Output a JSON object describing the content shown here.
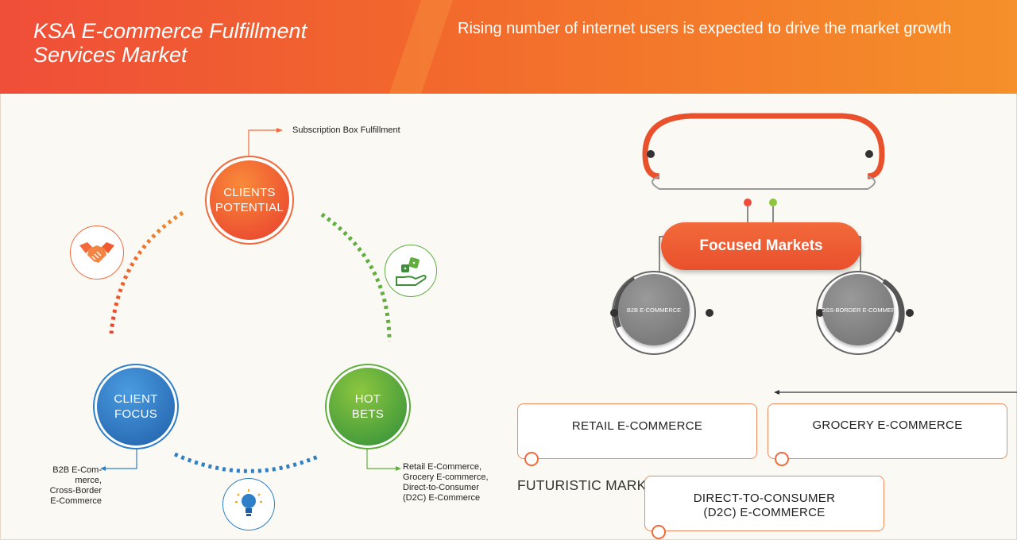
{
  "header": {
    "title": "KSA E-commerce Fulfillment Services Market",
    "subtitle": "Rising number of internet users is expected to drive the market growth"
  },
  "cycle": {
    "clients_potential": {
      "line1": "CLIENTS",
      "line2": "POTENTIAL",
      "note": "Subscription Box Fulfillment"
    },
    "client_focus": {
      "line1": "CLIENT",
      "line2": "FOCUS",
      "note_lines": [
        "B2B E-Com-",
        "merce,",
        "Cross-Border",
        "E-Commerce"
      ]
    },
    "hot_bets": {
      "line1": "HOT",
      "line2": "BETS",
      "note_lines": [
        "Retail E-Commerce,",
        "Grocery E-commerce,",
        "Direct-to-Consumer",
        "(D2C) E-Commerce"
      ]
    }
  },
  "icons": {
    "left": "handshake-icon",
    "right": "hand-dice-icon",
    "bottom": "lightbulb-icon"
  },
  "focused_markets": {
    "title": "Focused Markets",
    "segments": [
      "B2B E-COMMERCE",
      "CROSS-BORDER E-COMMERCE"
    ]
  },
  "opportunities": {
    "title": "FUTURISTIC MARKET OPPORTUNITIES",
    "items": [
      "RETAIL E-COMMERCE",
      "GROCERY E-COMMERCE",
      "DIRECT-TO-CONSUMER",
      "(D2C) E-COMMERCE"
    ]
  },
  "colors": {
    "orange": "#f26a3b",
    "green": "#5fae3e",
    "blue": "#2e7fc8",
    "gray": "#7a7a7a"
  }
}
